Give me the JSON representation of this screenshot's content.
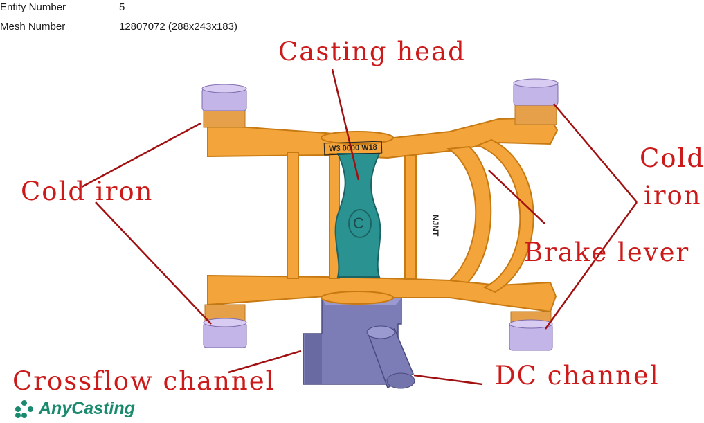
{
  "info": {
    "entity_label": "Entity Number",
    "entity_value": "5",
    "mesh_label": "Mesh Number",
    "mesh_value": "12807072 (288x243x183)"
  },
  "callouts": {
    "casting_head": "Casting head",
    "cold_iron_left": "Cold iron",
    "cold_iron_right_1": "Cold",
    "cold_iron_right_2": "iron",
    "brake_lever": "Brake lever",
    "crossflow_channel": "Crossflow channel",
    "dc_channel": "DC channel"
  },
  "part_marks": {
    "top_stamp": "W3 0000 W18",
    "head_letter": "C",
    "side_stamp": "NJNT"
  },
  "brand": {
    "name": "AnyCasting"
  },
  "colors": {
    "callout_text": "#cc1a1a",
    "leader_line": "#a01010",
    "lever_orange": "#f2a23a",
    "cold_iron_violet": "#c2b3e6",
    "head_teal": "#2a8f8f",
    "channel_slate": "#7a7ab4",
    "brand_green": "#1a8a6e"
  }
}
